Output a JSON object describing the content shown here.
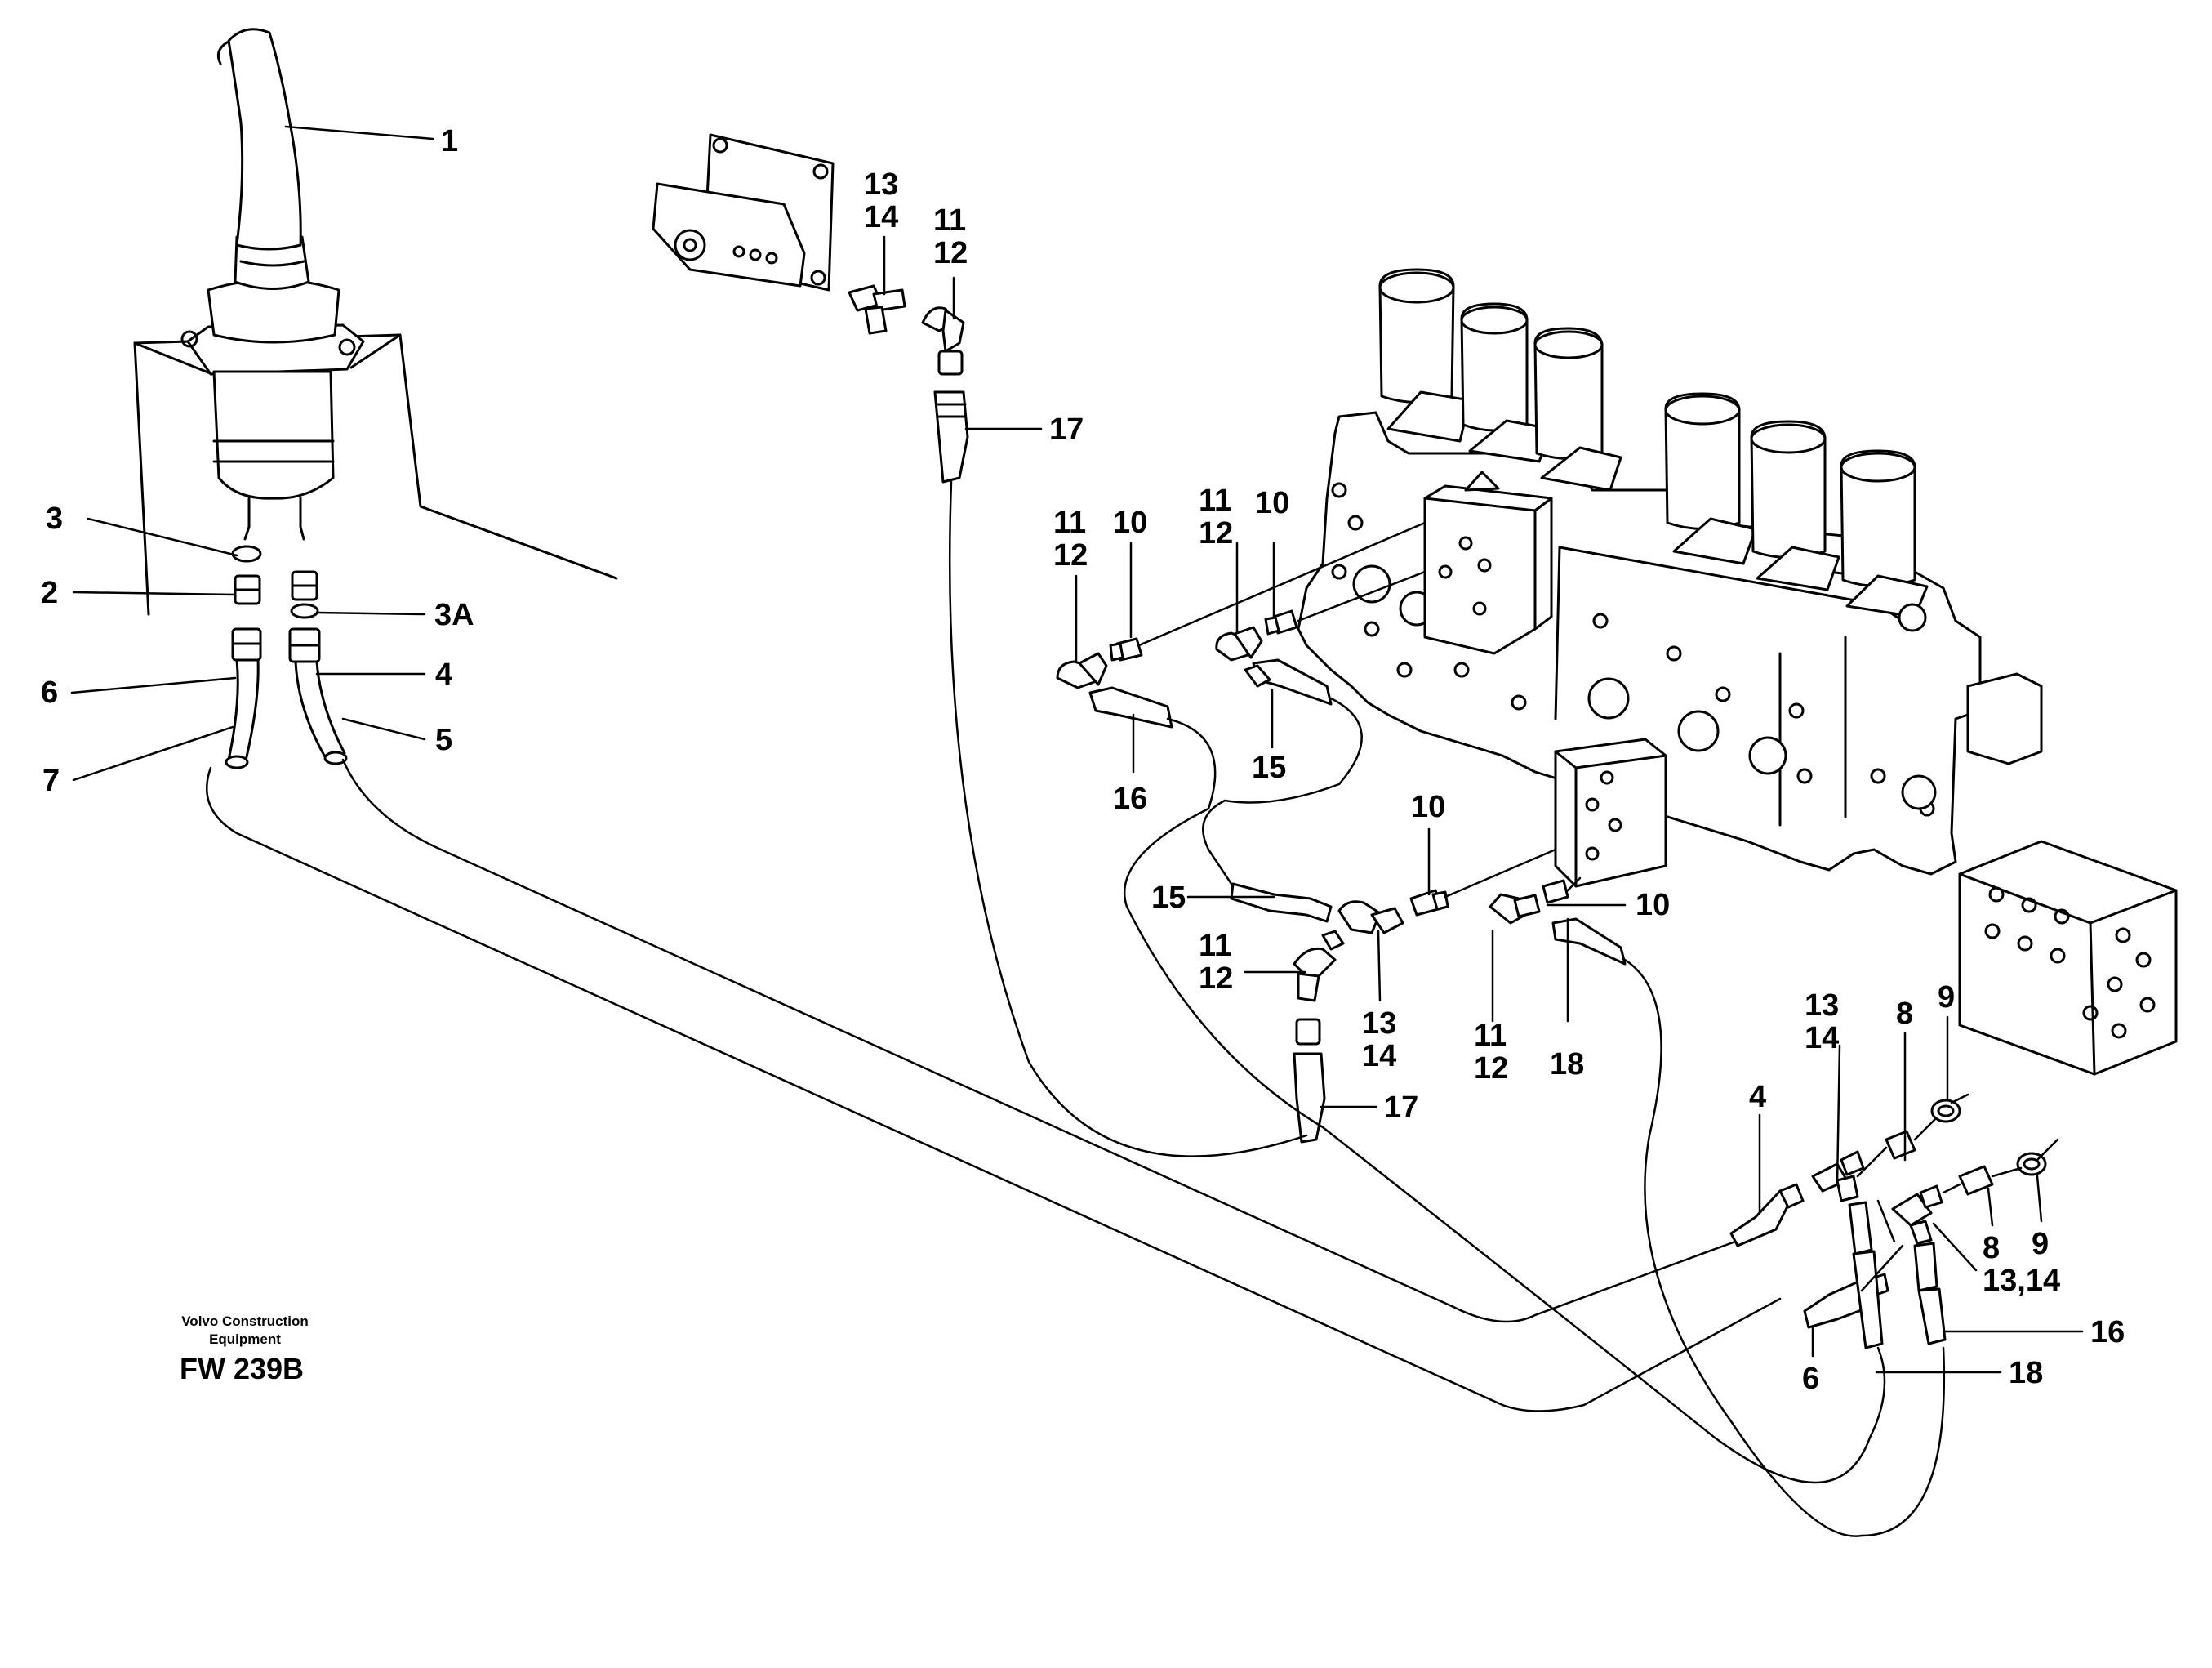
{
  "diagram": {
    "brand_line1": "Volvo Construction",
    "brand_line2": "Equipment",
    "drawing_code": "FW 239B"
  },
  "labels": {
    "l1": "1",
    "l3": "3",
    "l2": "2",
    "l3a": "3A",
    "l6a": "6",
    "l4a": "4",
    "l7": "7",
    "l5": "5",
    "l13a": "13",
    "l14a": "14",
    "l11a": "11",
    "l12a": "12",
    "l17a": "17",
    "l11b": "11",
    "l12b": "12",
    "l10a": "10",
    "l11c": "11",
    "l12c": "12",
    "l10b": "10",
    "l16a": "16",
    "l15a": "15",
    "l10c": "10",
    "l15b": "15",
    "l10d": "10",
    "l11d": "11",
    "l12d": "12",
    "l13b": "13",
    "l14b": "14",
    "l11e": "11",
    "l12e": "12",
    "l18a": "18",
    "l17b": "17",
    "l13c": "13",
    "l14c": "14",
    "l8a": "8",
    "l9a": "9",
    "l4b": "4",
    "l9b": "9",
    "l8b": "8",
    "l1314": "13,14",
    "l16b": "16",
    "l6b": "6",
    "l18b": "18"
  }
}
